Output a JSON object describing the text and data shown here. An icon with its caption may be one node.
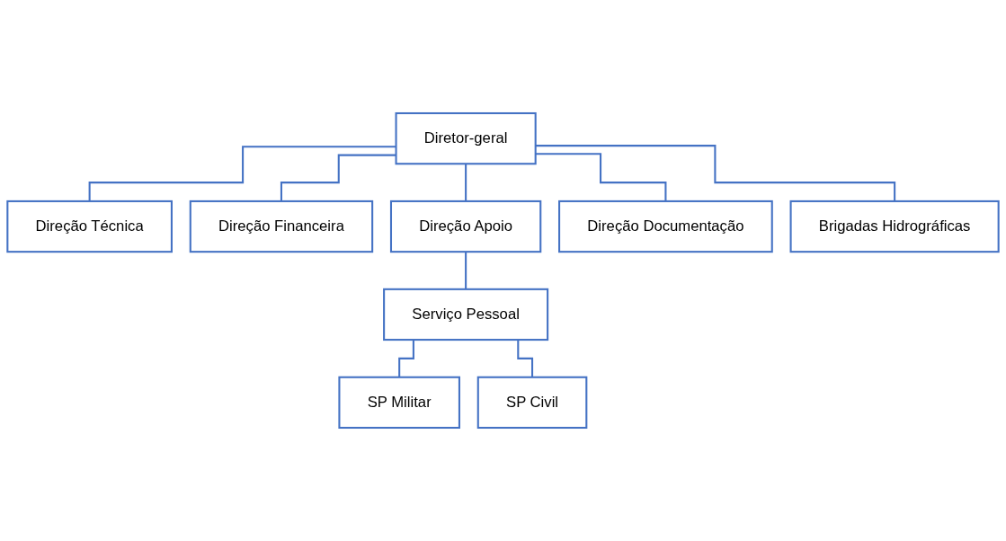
{
  "diagram": {
    "nodes": [
      {
        "text": [
          "Diretor-geral"
        ]
      },
      {
        "text": [
          "Direção Técnica"
        ]
      },
      {
        "text": [
          "Direção Financeira"
        ]
      },
      {
        "text": [
          "Direção Apoio"
        ]
      },
      {
        "text": [
          "Direção Documentação"
        ]
      },
      {
        "text": [
          "Brigadas Hidrográficas"
        ]
      },
      {
        "text": [
          "Serviço Pessoal"
        ]
      },
      {
        "text": [
          "SP Militar"
        ]
      },
      {
        "text": [
          "SP Civil"
        ]
      }
    ],
    "edges": [
      {
        "from": 0,
        "to": 1,
        "arrow": "none"
      },
      {
        "from": 0,
        "to": 2,
        "arrow": "none"
      },
      {
        "from": 0,
        "to": 3,
        "arrow": "none"
      },
      {
        "from": 0,
        "to": 4,
        "arrow": "none"
      },
      {
        "from": 0,
        "to": 5,
        "arrow": "none"
      },
      {
        "from": 3,
        "to": 6,
        "arrow": "none"
      },
      {
        "from": 6,
        "to": 7,
        "arrow": "none"
      },
      {
        "from": 6,
        "to": 8,
        "arrow": "none"
      }
    ]
  }
}
